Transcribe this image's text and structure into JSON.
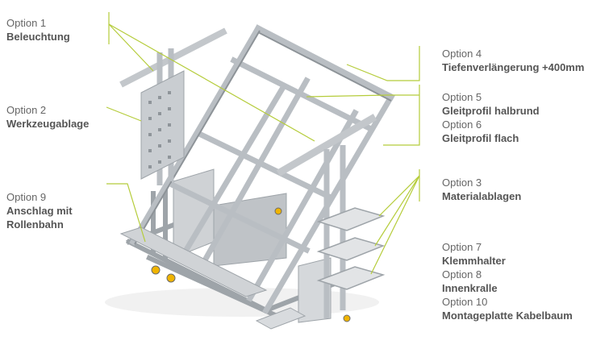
{
  "labels": {
    "opt1": {
      "option": "Option 1",
      "title": "Beleuchtung"
    },
    "opt2": {
      "option": "Option 2",
      "title": "Werkzeugablage"
    },
    "opt9": {
      "option": "Option 9",
      "title": "Anschlag mit Rollenbahn"
    },
    "opt4": {
      "option": "Option 4",
      "title": "Tiefenverlängerung +400mm"
    },
    "opt5": {
      "option": "Option 5",
      "title": "Gleitprofil halbrund"
    },
    "opt6": {
      "option": "Option 6",
      "title": "Gleitprofil flach"
    },
    "opt3": {
      "option": "Option 3",
      "title": "Materialablagen"
    },
    "opt7": {
      "option": "Option 7",
      "title": "Klemmhalter"
    },
    "opt8": {
      "option": "Option 8",
      "title": "Innenkralle"
    },
    "opt10": {
      "option": "Option 10",
      "title": "Montageplatte Kabelbaum"
    }
  },
  "colors": {
    "leader": "#b5cc3a",
    "frame": "#b9bec3",
    "frame_dark": "#8d9398",
    "text": "#555555"
  }
}
